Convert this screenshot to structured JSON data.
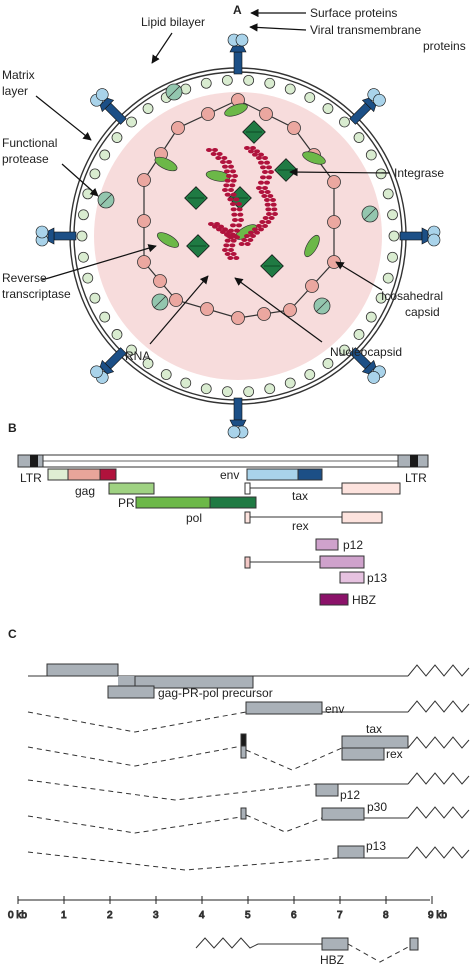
{
  "panel_a": {
    "label": "A",
    "labels": {
      "surface_proteins": "Surface proteins",
      "viral_tm_1": "Viral transmembrane",
      "viral_tm_2": "proteins",
      "lipid_bilayer": "Lipid bilayer",
      "matrix_1": "Matrix",
      "matrix_2": "layer",
      "protease_1": "Functional",
      "protease_2": "protease",
      "integrase": "Integrase",
      "rt_1": "Reverse",
      "rt_2": "transcriptase",
      "capsid_1": "Icosahedral",
      "capsid_2": "capsid",
      "rna": "RNA",
      "nucleocapsid": "Nucleocapsid"
    },
    "colors": {
      "interior": "#f7dcdc",
      "matrix_bead": "#d9ecd0",
      "capsid_bead": "#eba7a0",
      "rna": "#b0123c",
      "integrase": "#1f7a43",
      "reverse_transcriptase": "#6cb848",
      "protease": "#93c6ae",
      "envelope_protein": "#1c4f86",
      "surface_protein": "#a9d3ea"
    }
  },
  "panel_b": {
    "label": "B",
    "labels": {
      "ltr_left": "LTR",
      "ltr_right": "LTR",
      "gag": "gag",
      "pr": "PR",
      "pol": "pol",
      "env": "env",
      "tax": "tax",
      "rex": "rex",
      "p12": "p12",
      "p13": "p13",
      "hbz": "HBZ"
    }
  },
  "panel_c": {
    "label": "C",
    "labels": {
      "precursor": "gag-PR-pol precursor",
      "env": "env",
      "tax": "tax",
      "rex": "rex",
      "p12": "p12",
      "p30": "p30",
      "p13": "p13",
      "hbz": "HBZ"
    },
    "axis": {
      "ticks": [
        "0 kb",
        "1",
        "2",
        "3",
        "4",
        "5",
        "6",
        "7",
        "8",
        "9 kb"
      ]
    }
  }
}
